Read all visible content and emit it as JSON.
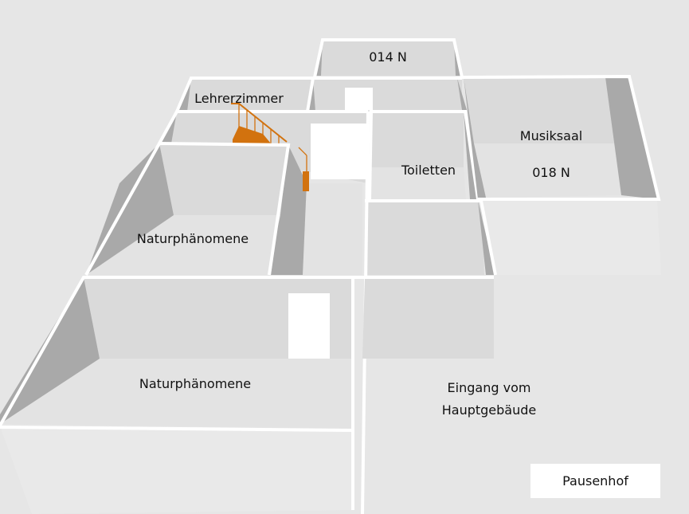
{
  "rooms": {
    "r014": "014 N",
    "lehrer": "Lehrerzimmer",
    "musik": "Musiksaal",
    "r018": "018 N",
    "toiletten": "Toiletten",
    "natur1": "Naturphänomene",
    "natur2": "Naturphänomene",
    "eingang_line1": "Eingang vom",
    "eingang_line2": "Hauptgebäude",
    "pausenhof": "Pausenhof"
  },
  "colors": {
    "stairs": "#d2720e",
    "background": "#e6e6e6"
  }
}
